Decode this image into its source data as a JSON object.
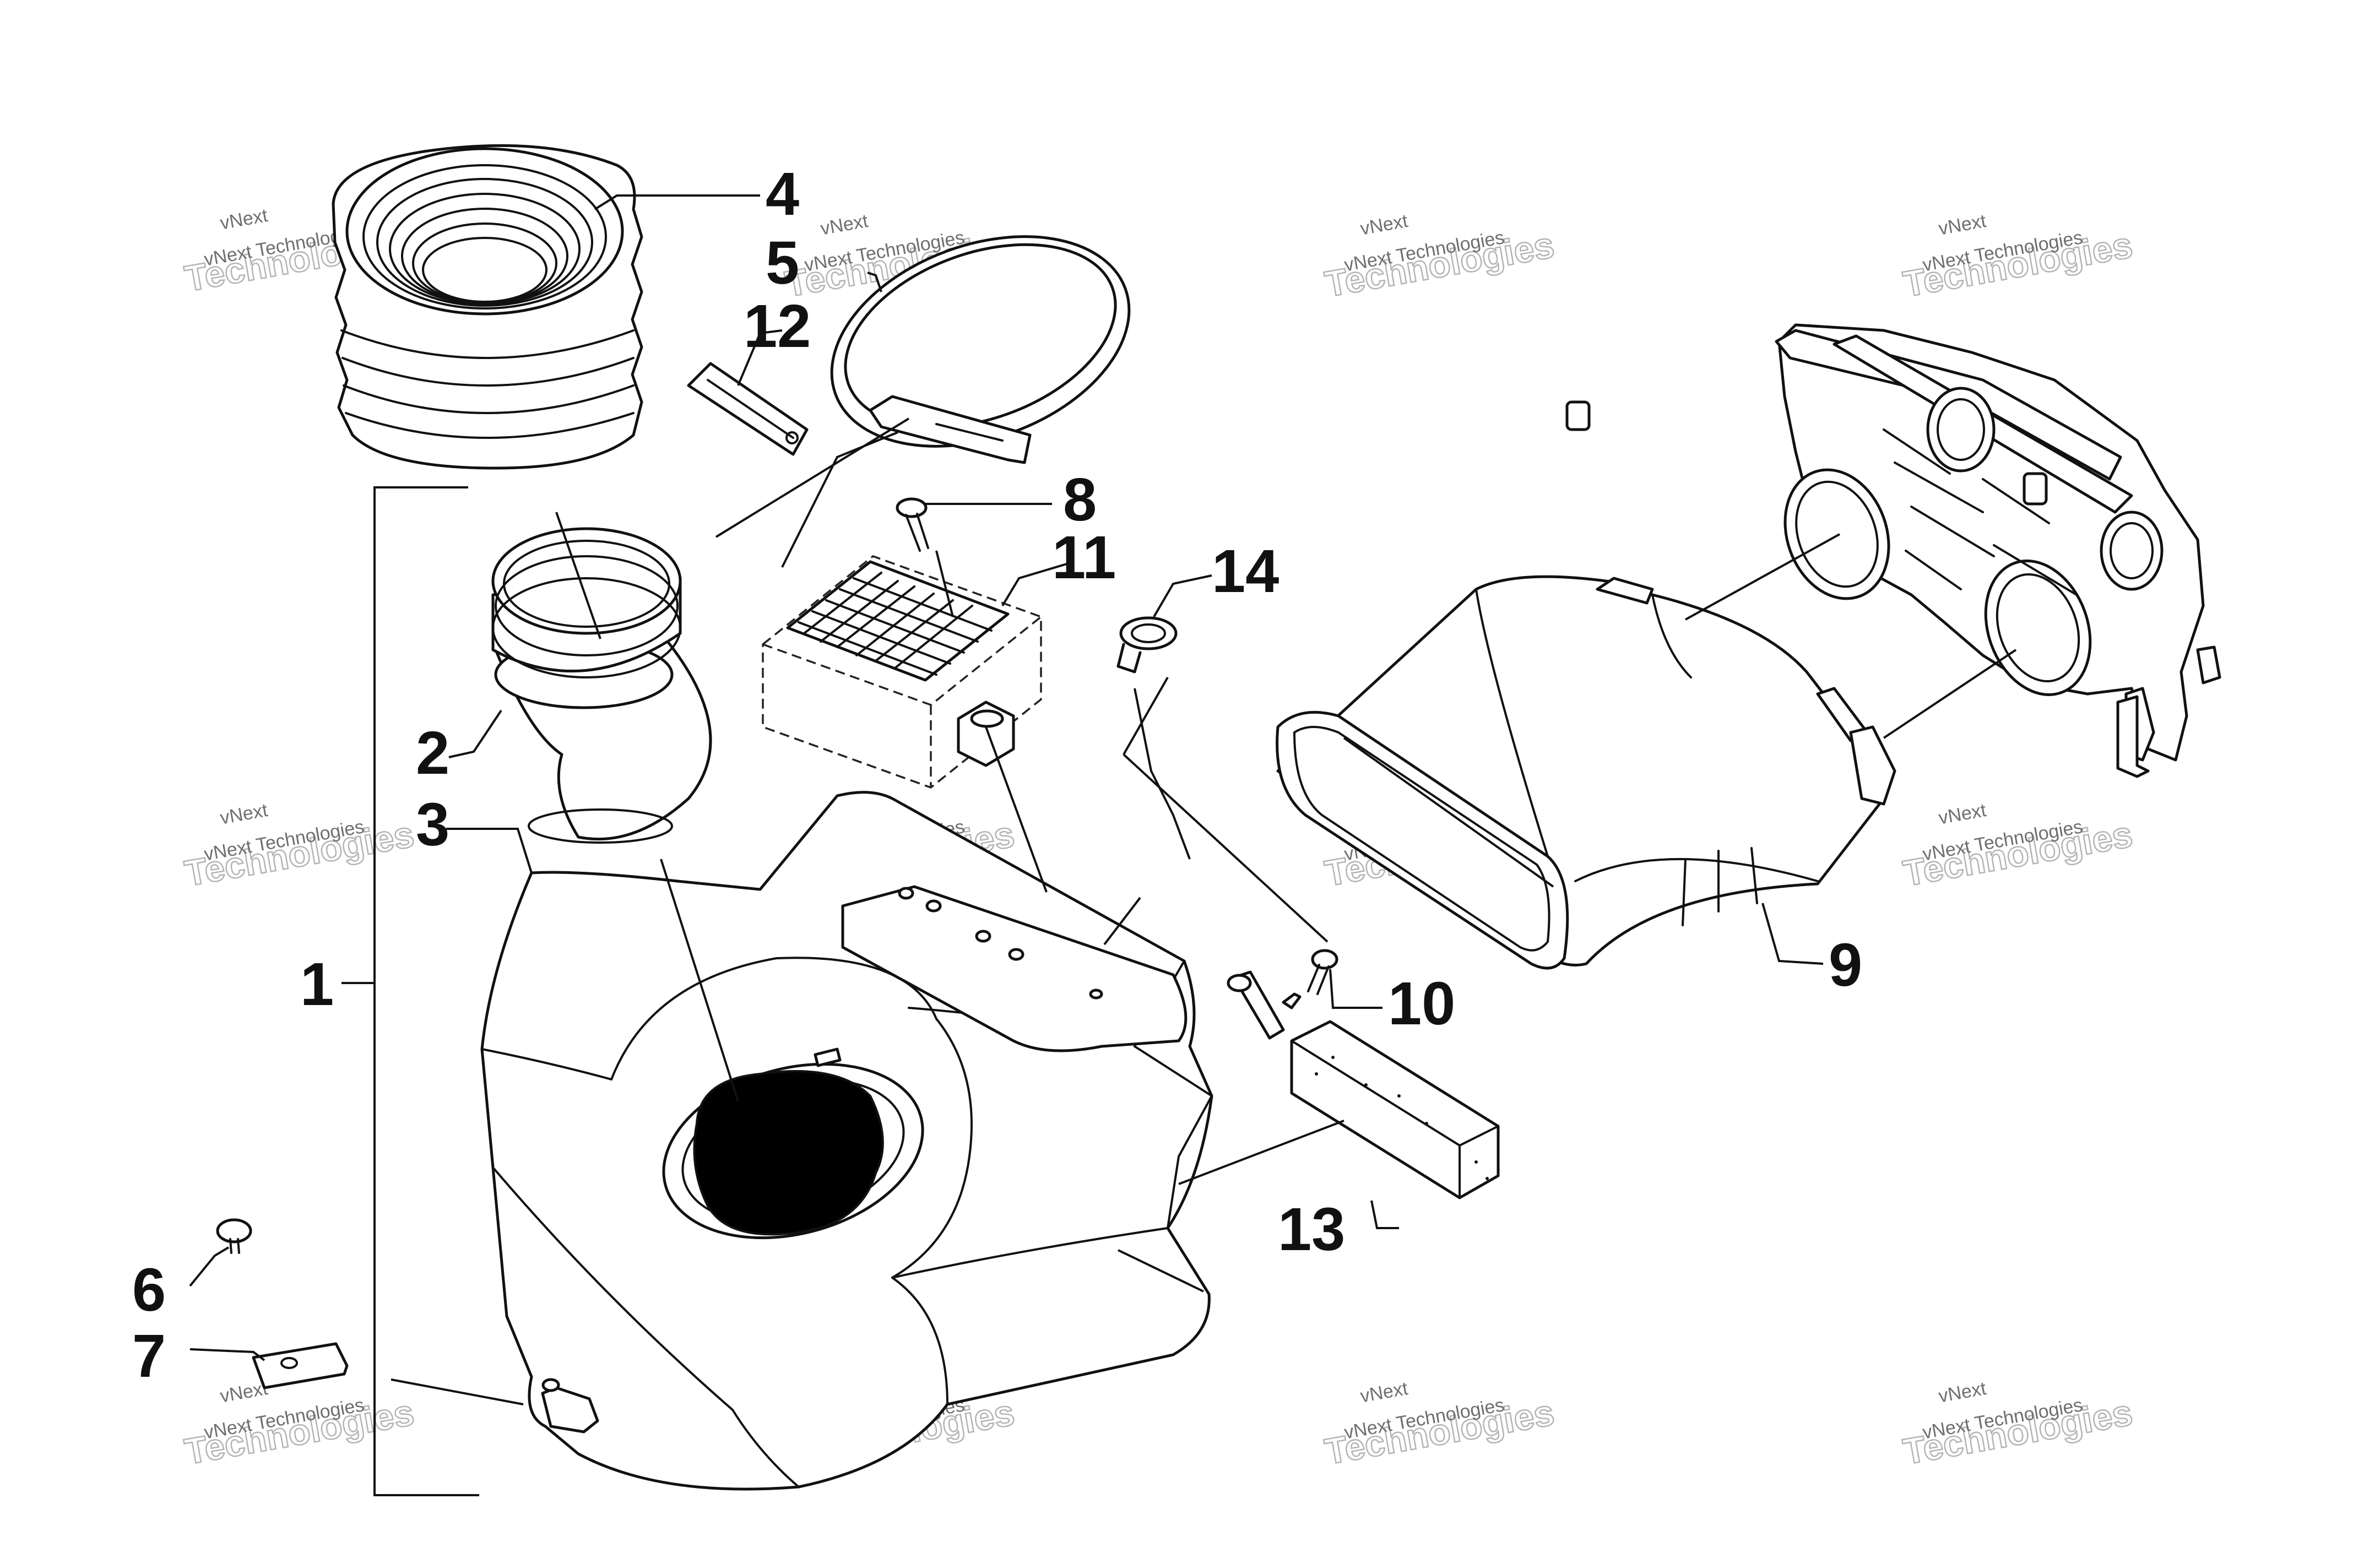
{
  "callouts": [
    "1",
    "2",
    "3",
    "4",
    "5",
    "6",
    "7",
    "8",
    "9",
    "10",
    "11",
    "12",
    "13",
    "14"
  ],
  "watermark": {
    "line1": "vNext Technologies",
    "small": "vNext",
    "big": "Technologies"
  }
}
